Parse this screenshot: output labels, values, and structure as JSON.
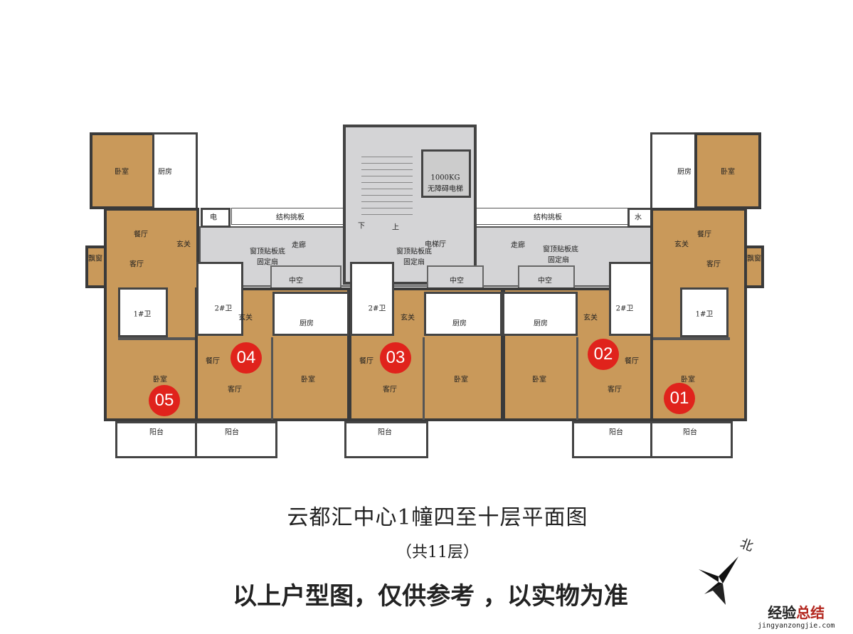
{
  "rooms": {
    "bedroom": "卧室",
    "kitchen": "厨房",
    "dining": "餐厅",
    "living": "客厅",
    "entry": "玄关",
    "bath1": "1#卫",
    "bath2": "2#卫",
    "balcony": "阳台",
    "bay": "飘窗",
    "corridor": "走廊",
    "slab": "结构挑板",
    "void": "中空",
    "elevator_hall": "电梯厅",
    "electric": "电",
    "water": "水",
    "window_note_1": "窗顶贴板底",
    "window_note_2": "固定扇",
    "down": "下",
    "up": "上",
    "elevator_load": "1000KG",
    "elevator_type": "无障碍电梯"
  },
  "units": [
    "05",
    "04",
    "03",
    "02",
    "01"
  ],
  "title": "云都汇中心1幢四至十层平面图",
  "subtitle": "（共11层）",
  "disclaimer": "以上户型图，仅供参考 ，以实物为准",
  "compass": "北",
  "watermark": {
    "a": "经验",
    "b": "总结",
    "url": "jingyanzongjie.com"
  },
  "colors": {
    "room": "#c9995a",
    "badge": "#e0231c",
    "common": "#d4d4d6"
  }
}
